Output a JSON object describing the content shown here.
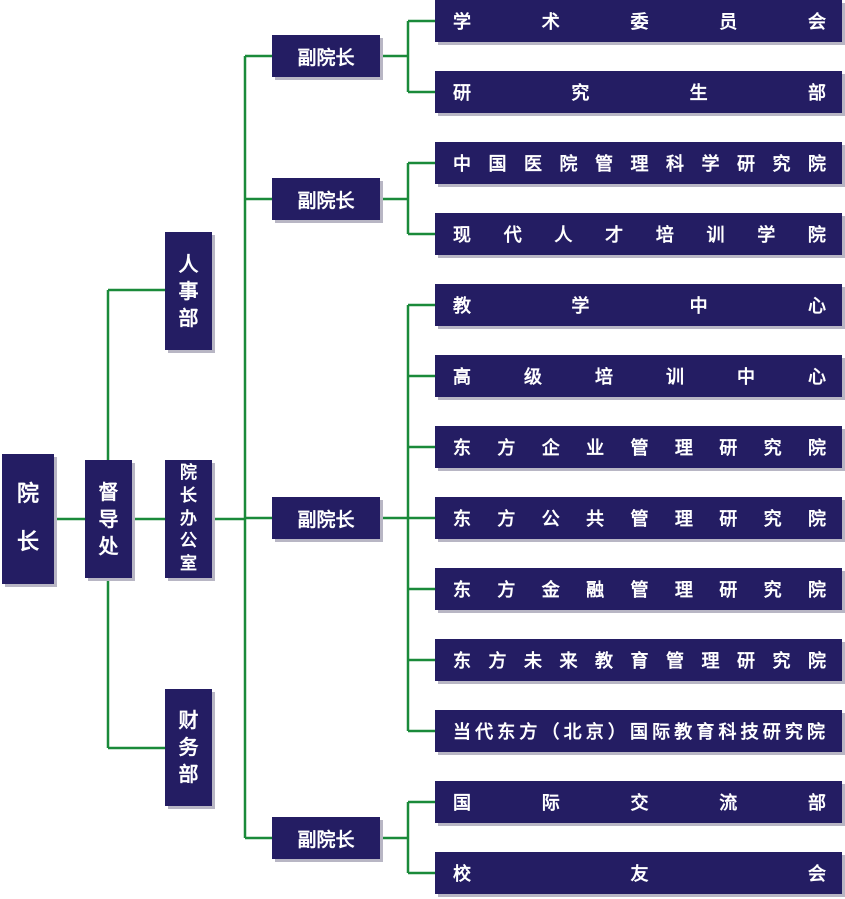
{
  "president": "院长",
  "supervision": "督导处",
  "hr": "人事部",
  "office": "院长办公室",
  "finance": "财务部",
  "vp_label": "副院长",
  "groups": [
    {
      "units": [
        "学术委员会",
        "研究生部"
      ]
    },
    {
      "units": [
        "中国医院管理科学研究院",
        "现代人才培训学院"
      ]
    },
    {
      "units": [
        "教学中心",
        "高级培训中心",
        "东方企业管理研究院",
        "东方公共管理研究院",
        "东方金融管理研究院",
        "东方未来教育管理研究院",
        "当代东方（北京）国际教育科技研究院"
      ]
    },
    {
      "units": [
        "国际交流部",
        "校友会"
      ]
    }
  ],
  "colors": {
    "box": "#241d63",
    "line": "#1a8a3a",
    "text": "#ffffff"
  }
}
